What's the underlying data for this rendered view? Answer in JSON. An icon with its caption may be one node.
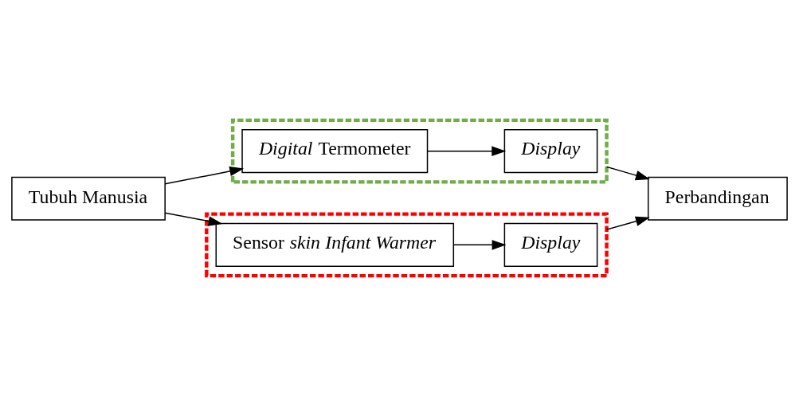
{
  "diagram": {
    "nodes": [
      {
        "text": [
          "Tubuh Manusia"
        ]
      },
      {
        "text": [],
        "shape": "box"
      },
      {
        "text": [
          "*Digital* Termometer"
        ],
        "in": 1
      },
      {
        "text": [
          "*Display*"
        ],
        "in": 1
      },
      {
        "text": [
          "Perbandingan"
        ]
      },
      {
        "text": [],
        "shape": "box"
      },
      {
        "text": [
          "Sensor *skin* *Infant Warmer*"
        ],
        "in": 5
      },
      {
        "text": [
          "*Display*"
        ],
        "in": 5
      }
    ],
    "edges": [
      {
        "from": 0,
        "to": 2,
        "arrow": "to"
      },
      {
        "from": 2,
        "to": 3,
        "arrow": "to"
      },
      {
        "from": 1,
        "to": 4,
        "arrow": "to"
      },
      {
        "from": 5,
        "to": 4,
        "arrow": "to"
      },
      {
        "from": 0,
        "to": 6,
        "arrow": "to"
      },
      {
        "from": 6,
        "to": 7,
        "arrow": "to"
      }
    ]
  }
}
